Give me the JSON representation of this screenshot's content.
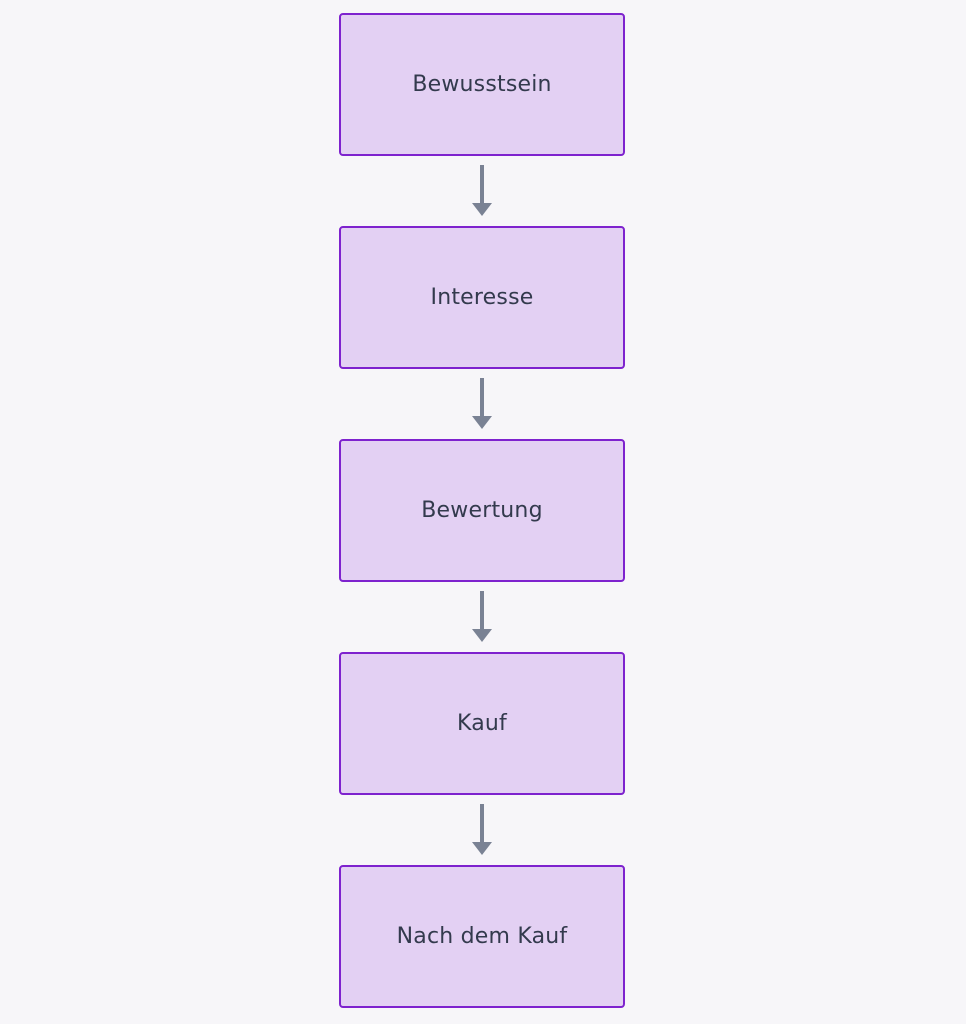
{
  "diagram": {
    "type": "flowchart",
    "direction": "top-to-bottom",
    "colors": {
      "background": "#f7f6f9",
      "node_fill": "#e3d0f3",
      "node_border": "#7e22ce",
      "text": "#333a4d",
      "arrow": "#7a8294"
    },
    "nodes": [
      {
        "id": "bewusstsein",
        "label": "Bewusstsein"
      },
      {
        "id": "interesse",
        "label": "Interesse"
      },
      {
        "id": "bewertung",
        "label": "Bewertung"
      },
      {
        "id": "kauf",
        "label": "Kauf"
      },
      {
        "id": "nach-dem-kauf",
        "label": "Nach dem Kauf"
      }
    ],
    "edges": [
      {
        "from": "bewusstsein",
        "to": "interesse"
      },
      {
        "from": "interesse",
        "to": "bewertung"
      },
      {
        "from": "bewertung",
        "to": "kauf"
      },
      {
        "from": "kauf",
        "to": "nach-dem-kauf"
      }
    ]
  }
}
